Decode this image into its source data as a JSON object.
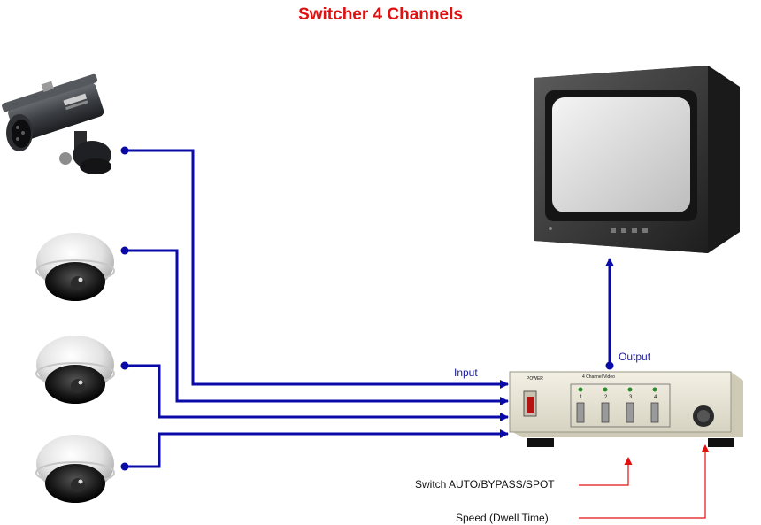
{
  "title": "Switcher 4 Channels",
  "labels": {
    "input": "Input",
    "output": "Output",
    "switch_mode": "Switch AUTO/BYPASS/SPOT",
    "speed": "Speed (Dwell  Time)"
  },
  "switcher_panel": {
    "power": "POWER",
    "channel_video": "4 Channel Video",
    "channels": [
      "1",
      "2",
      "3",
      "4"
    ]
  },
  "colors": {
    "title": "#e01010",
    "signal_line": "#0a0aa8",
    "callout_line": "#e01010"
  },
  "devices": {
    "cameras": [
      "bullet-camera",
      "dome-camera",
      "dome-camera",
      "dome-camera"
    ],
    "monitor": "crt-monitor",
    "switcher": "video-switcher"
  }
}
